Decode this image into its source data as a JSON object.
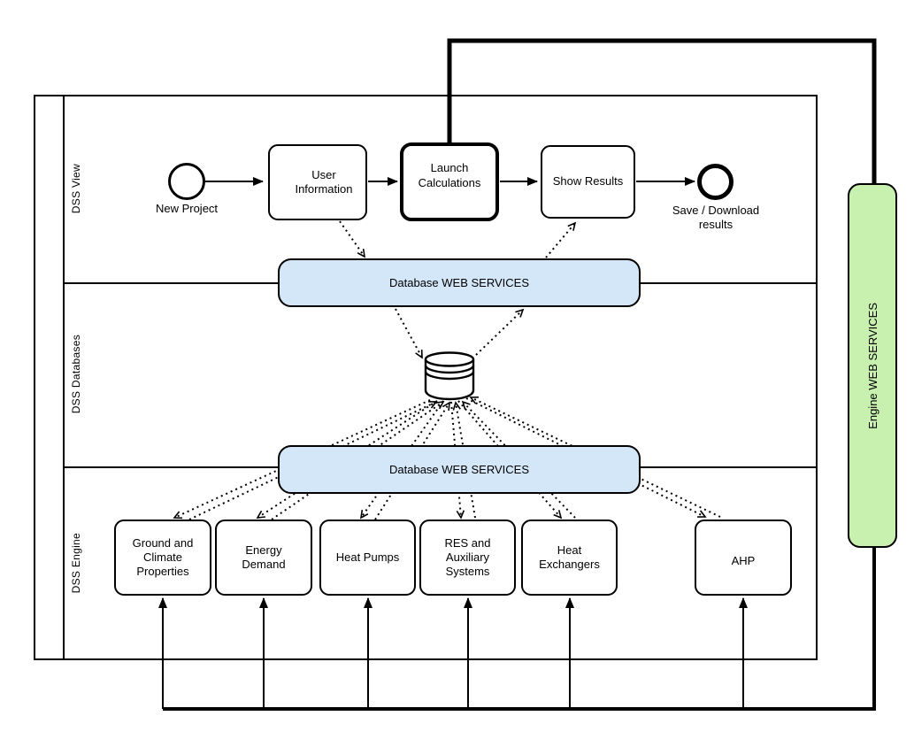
{
  "diagram": {
    "title_hint": "BPMN-style DSS architecture diagram",
    "lanes": [
      "DSS View",
      "DSS Databases",
      "DSS Engine"
    ],
    "flow": {
      "start_label": "New Project",
      "user_information": "User\nInformation",
      "launch_calculations": "Launch\nCalculations",
      "show_results": "Show Results",
      "end_label": "Save / Download\nresults"
    },
    "services": {
      "db_top": "Database WEB SERVICES",
      "db_bottom": "Database WEB SERVICES",
      "engine": "Engine WEB SERVICES"
    },
    "modules": [
      "Ground and\nClimate\nProperties",
      "Energy\nDemand",
      "Heat Pumps",
      "RES and\nAuxiliary\nSystems",
      "Heat\nExchangers",
      "AHP"
    ],
    "icons": [
      "user-icon",
      "subprocess-plus-icon",
      "data-store-cylinder-icon",
      "business-rule-table-icon"
    ],
    "colors": {
      "service_blue": "#d4e7f8",
      "engine_green": "#c8f0ae",
      "line_black": "#000000"
    }
  }
}
